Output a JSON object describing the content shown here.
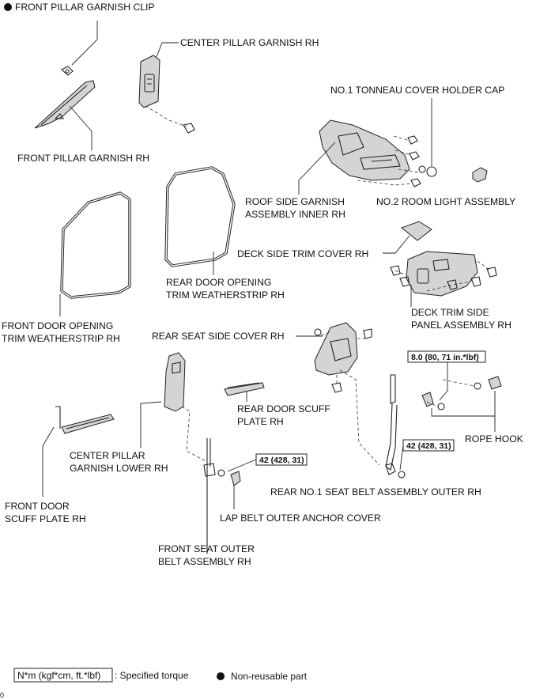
{
  "labels": {
    "front_pillar_garnish_clip": "FRONT PILLAR GARNISH CLIP",
    "center_pillar_garnish_rh": "CENTER PILLAR GARNISH RH",
    "no1_tonneau_cover_holder_cap": "NO.1 TONNEAU COVER HOLDER CAP",
    "front_pillar_garnish_rh": "FRONT PILLAR GARNISH RH",
    "roof_side_garnish_line1": "ROOF SIDE GARNISH",
    "roof_side_garnish_line2": "ASSEMBLY INNER RH",
    "no2_room_light_assembly": "NO.2 ROOM LIGHT ASSEMBLY",
    "deck_side_trim_cover_rh": "DECK SIDE TRIM COVER RH",
    "rear_door_opening_line1": "REAR DOOR OPENING",
    "rear_door_opening_line2": "TRIM WEATHERSTRIP RH",
    "deck_trim_side_line1": "DECK TRIM SIDE",
    "deck_trim_side_line2": "PANEL ASSEMBLY RH",
    "front_door_opening_line1": "FRONT DOOR OPENING",
    "front_door_opening_line2": "TRIM WEATHERSTRIP RH",
    "rear_seat_side_cover_rh": "REAR SEAT SIDE COVER RH",
    "rear_door_scuff_line1": "REAR DOOR SCUFF",
    "rear_door_scuff_line2": "PLATE RH",
    "rope_hook": "ROPE HOOK",
    "center_pillar_lower_line1": "CENTER PILLAR",
    "center_pillar_lower_line2": "GARNISH LOWER RH",
    "rear_no1_seat_belt": "REAR NO.1 SEAT BELT ASSEMBLY OUTER RH",
    "front_door_scuff_line1": "FRONT DOOR",
    "front_door_scuff_line2": "SCUFF PLATE RH",
    "lap_belt_outer_anchor_cover": "LAP BELT OUTER ANCHOR COVER",
    "front_seat_belt_line1": "FRONT SEAT OUTER",
    "front_seat_belt_line2": "BELT ASSEMBLY RH"
  },
  "torques": {
    "rope_hook_bolt": "8.0 (80, 71 in.*lbf)",
    "rear_belt_bolt": "42 (428, 31)",
    "front_belt_bolt": "42 (428, 31)"
  },
  "legend": {
    "torque_box": "N*m (kgf*cm, ft.*lbf)",
    "torque_text": ": Specified torque",
    "nonreusable_text": "Non-reusable part"
  },
  "corner_mark": "0"
}
